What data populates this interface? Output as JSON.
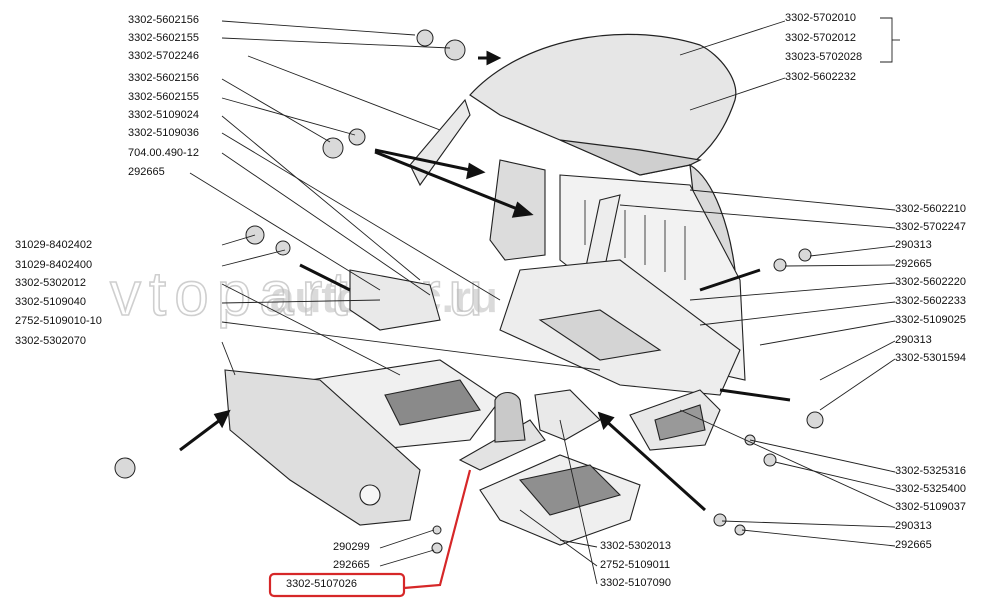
{
  "watermark": "vtoparts.ru",
  "logo_text": "autoдос.ru",
  "highlight_color": "#d62728",
  "highlighted_part": "3302-5107026",
  "labels_left": [
    "3302-5602156",
    "3302-5602155",
    "3302-5702246",
    "3302-5602156",
    "3302-5602155",
    "3302-5109024",
    "3302-5109036",
    "704.00.490-12",
    "292665",
    "31029-8402402",
    "31029-8402400",
    "3302-5302012",
    "3302-5109040",
    "2752-5109010-10",
    "3302-5302070"
  ],
  "labels_right": [
    "3302-5702010",
    "3302-5702012",
    "33023-5702028",
    "3302-5602232",
    "3302-5602210",
    "3302-5702247",
    "290313",
    "292665",
    "3302-5602220",
    "3302-5602233",
    "3302-5109025",
    "290313",
    "3302-5301594",
    "3302-5325316",
    "3302-5325400",
    "3302-5109037",
    "290313",
    "292665"
  ],
  "labels_bottom": [
    "290299",
    "292665",
    "3302-5107026",
    "3302-5302013",
    "2752-5109011",
    "3302-5107090"
  ]
}
